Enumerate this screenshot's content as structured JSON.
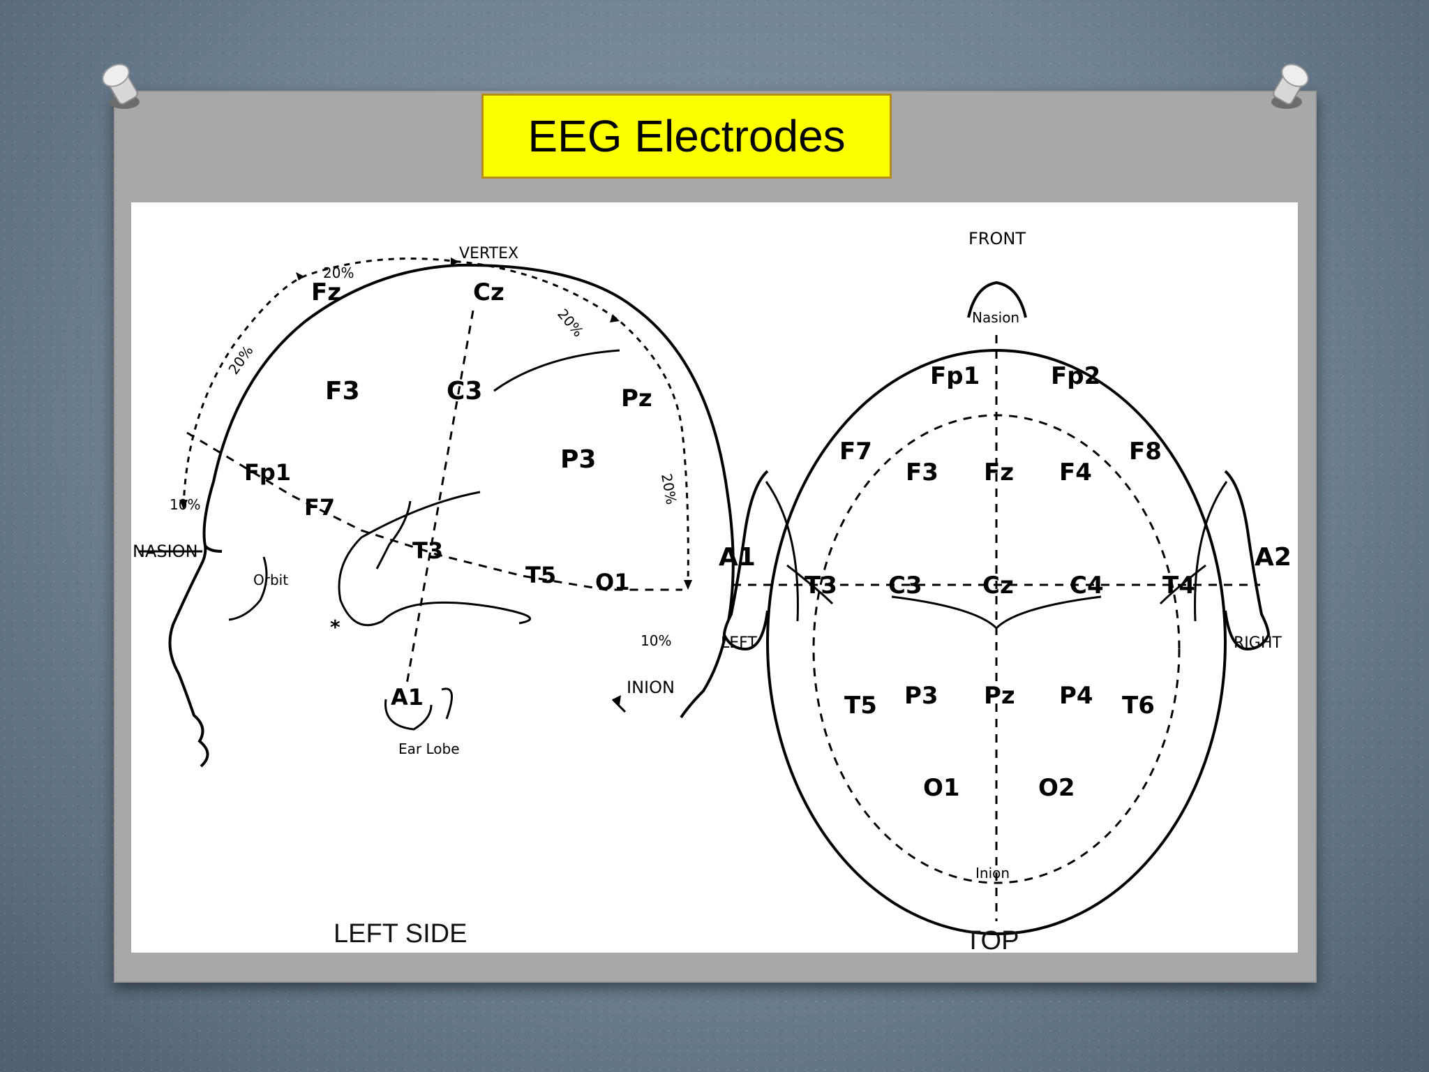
{
  "slide": {
    "title": "EEG Electrodes"
  },
  "side_view": {
    "caption": "LEFT SIDE",
    "landmarks": {
      "vertex": "VERTEX",
      "nasion": "NASION",
      "inion": "INION",
      "orbit": "Orbit",
      "ear_lobe": "Ear Lobe",
      "asterisk": "*"
    },
    "percent_labels": [
      "20%",
      "20%",
      "20%",
      "20%",
      "10%",
      "10%"
    ],
    "electrodes": {
      "fz": "Fz",
      "cz": "Cz",
      "pz": "Pz",
      "f3": "F3",
      "c3": "C3",
      "p3": "P3",
      "fp1": "Fp1",
      "f7": "F7",
      "t3": "T3",
      "t5": "T5",
      "o1": "O1",
      "a1": "A1"
    }
  },
  "top_view": {
    "caption": "TOP",
    "landmarks": {
      "front": "FRONT",
      "nasion": "Nasion",
      "inion": "Inion",
      "left": "LEFT",
      "right": "RIGHT"
    },
    "electrodes": {
      "fp1": "Fp1",
      "fp2": "Fp2",
      "f7": "F7",
      "f3": "F3",
      "fz": "Fz",
      "f4": "F4",
      "f8": "F8",
      "a1": "A1",
      "t3": "T3",
      "c3": "C3",
      "cz": "Cz",
      "c4": "C4",
      "t4": "T4",
      "a2": "A2",
      "t5": "T5",
      "p3": "P3",
      "pz": "Pz",
      "p4": "P4",
      "t6": "T6",
      "o1": "O1",
      "o2": "O2"
    }
  }
}
